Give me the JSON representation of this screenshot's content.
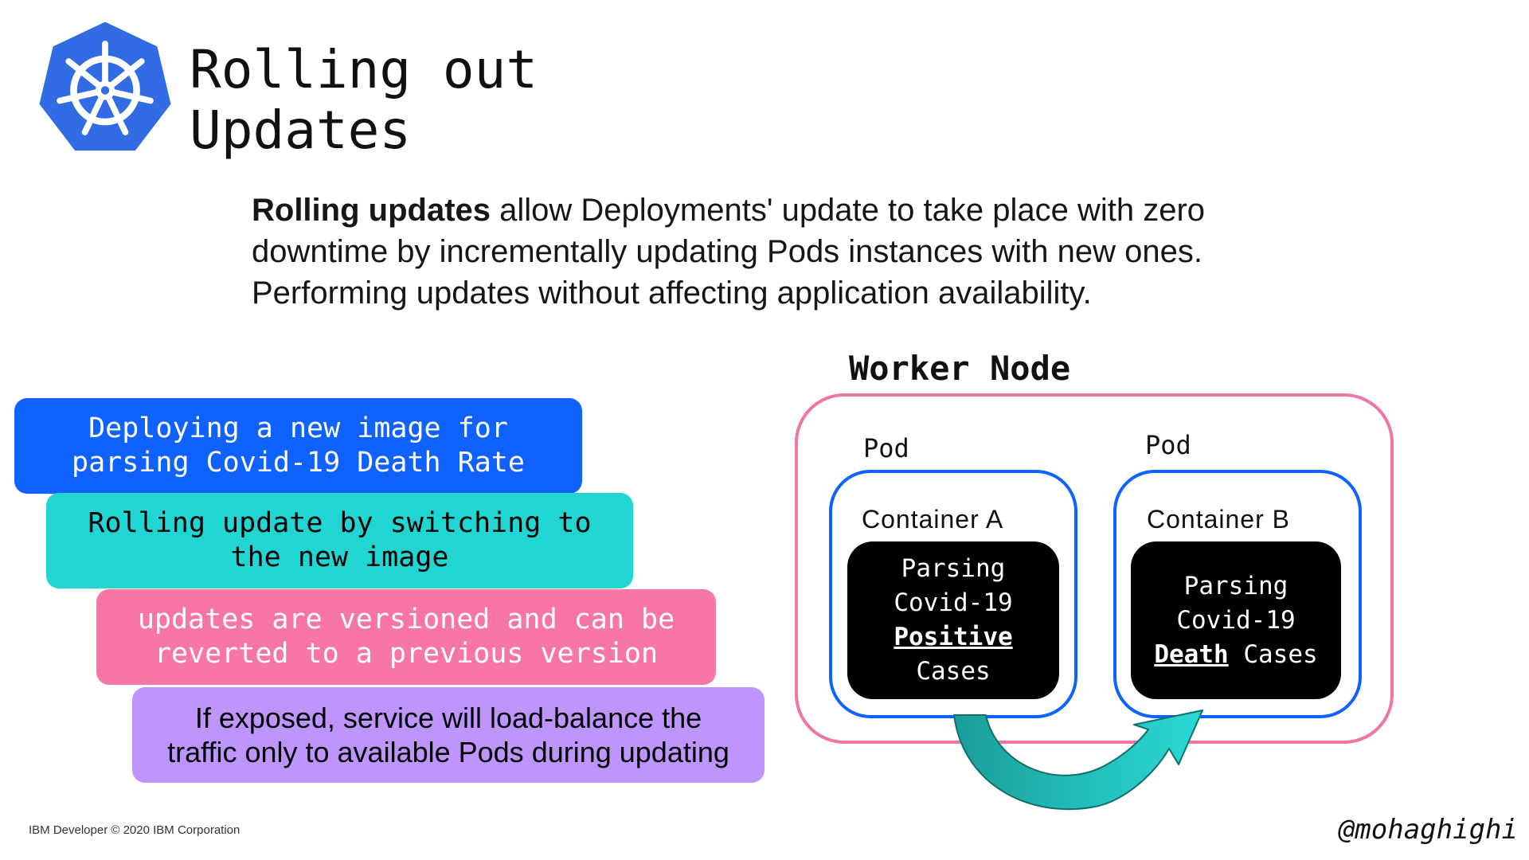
{
  "logo": {
    "icon": "kubernetes-helm-icon",
    "color": "#326ce5"
  },
  "title": {
    "line1": "Rolling out",
    "line2": "Updates"
  },
  "intro": {
    "lead": "Rolling updates",
    "line1_rest": " allow Deployments' update to take place with zero",
    "line2": "downtime by incrementally updating Pods instances with new ones.",
    "line3": "Performing updates without affecting application availability."
  },
  "steps": [
    {
      "line1": "Deploying a new image for",
      "line2": "parsing Covid-19 Death Rate",
      "bg": "#0f62fe",
      "fg": "#ffffff"
    },
    {
      "line1": "Rolling update by switching to",
      "line2": "the new image",
      "bg": "#20d5d2",
      "fg": "#000000"
    },
    {
      "line1": "updates are versioned and can be",
      "line2": "reverted to a previous version",
      "bg": "#f875a8",
      "fg": "#ffffff"
    },
    {
      "line1": "If exposed, service will load-balance the",
      "line2": "traffic only to available Pods during updating",
      "bg": "#be95ff",
      "fg": "#000000"
    }
  ],
  "worker_node": {
    "title": "Worker Node",
    "pods": [
      {
        "label": "Pod",
        "container_label": "Container A",
        "text1": "Parsing",
        "text2": "Covid-19",
        "emphasis": "Positive",
        "text3": "Cases"
      },
      {
        "label": "Pod",
        "container_label": "Container B",
        "text1": "Parsing",
        "text2": "Covid-19",
        "emphasis": "Death",
        "text3": "Cases"
      }
    ],
    "arrow": {
      "icon": "curved-arrow-icon",
      "color_start": "#1a9e9a",
      "color_end": "#2ad9d6"
    }
  },
  "footer": "IBM Developer © 2020 IBM Corporation",
  "handle": "@mohaghighi"
}
